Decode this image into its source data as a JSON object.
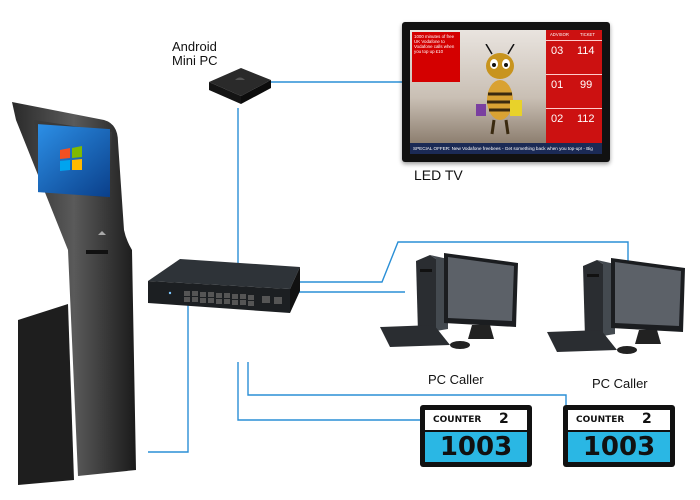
{
  "labels": {
    "android_pc": "Android\nMini PC",
    "led_tv": "LED TV",
    "pc_caller_1": "PC Caller",
    "pc_caller_2": "PC Caller"
  },
  "tv_screen": {
    "ad_text": "1000 minutes of free UK Vodafone to Vodafone calls when you top up £10",
    "header_advisor": "ADVISOR",
    "header_ticket": "TICKET",
    "rows": [
      {
        "advisor": "03",
        "ticket": "114"
      },
      {
        "advisor": "01",
        "ticket": "99"
      },
      {
        "advisor": "02",
        "ticket": "112"
      }
    ],
    "ticker": "SPECIAL OFFER:  New Vodafone freebees - Get something back when you top-up! - Big"
  },
  "counters": [
    {
      "label": "COUNTER",
      "number": "2",
      "ticket": "1003"
    },
    {
      "label": "COUNTER",
      "number": "2",
      "ticket": "1003"
    }
  ],
  "colors": {
    "wire": "#2a8fd6",
    "counter_blue": "#2ab7e4",
    "tv_board_red": "#cc1111"
  }
}
